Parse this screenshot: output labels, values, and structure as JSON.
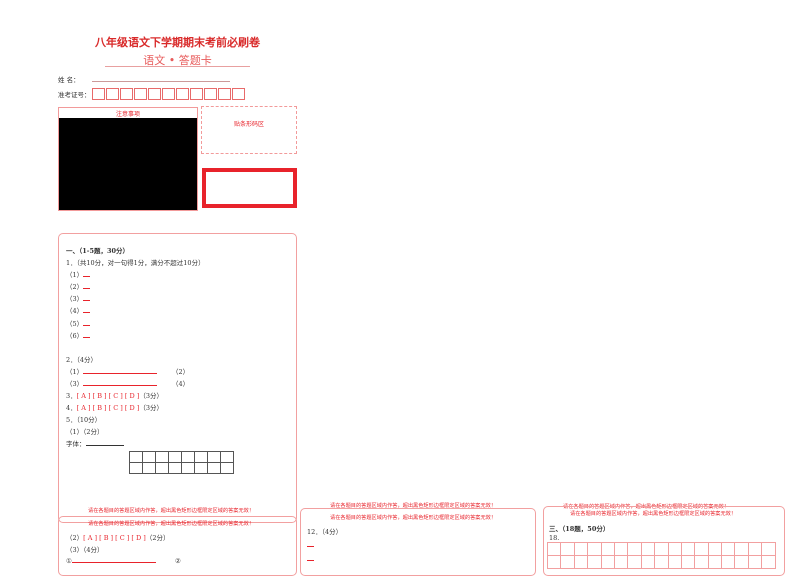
{
  "header": {
    "title": "八年级语文下学期期末考前必刷卷",
    "subtitle": "语文 • 答题卡"
  },
  "fields": {
    "name_label": "姓    名：",
    "id_label": "准考证号："
  },
  "notice": {
    "title": "注意事项"
  },
  "barcode": {
    "label": "贴条形码区"
  },
  "section1": {
    "heading": "一、（1-5题，30分）",
    "q1_intro": "1．（共10分，对一句得1分，满分不超过10分）",
    "q1_items": [
      "（1）",
      "（2）",
      "（3）",
      "（4）",
      "（5）",
      "（6）"
    ],
    "q2_intro": "2．（4分）",
    "q2_l1": "（1）",
    "q2_r1": "（2）",
    "q2_l2": "（3）",
    "q2_r2": "（4）",
    "q3_num": "3．",
    "q3_options": "[ A ]  [ B ]  [ C ]  [ D ]",
    "q3_score": "（3分）",
    "q4_num": "4．",
    "q4_options": "[ A ]  [ B ]  [ C ]  [ D ]",
    "q4_score": "（3分）",
    "q5_intro": "5．（10分）",
    "q5_sub1": "（1）（2分）",
    "q5_font": "字体："
  },
  "warning": "请在各题目的答题区域内作答，超出黑色矩形边框限定区域的答案无效！",
  "section1b": {
    "q5_2_num": "（2）",
    "q5_2_options": "[ A ]  [ B ]  [ C ]  [ D ]",
    "q5_2_score": "（2分）",
    "q5_3": "（3）（4分）",
    "q5_circle1": "①",
    "q5_circle2": "②"
  },
  "middle": {
    "q12": "12．（4分）"
  },
  "section3": {
    "heading": "三、（18题，50分）",
    "q18": "18."
  }
}
